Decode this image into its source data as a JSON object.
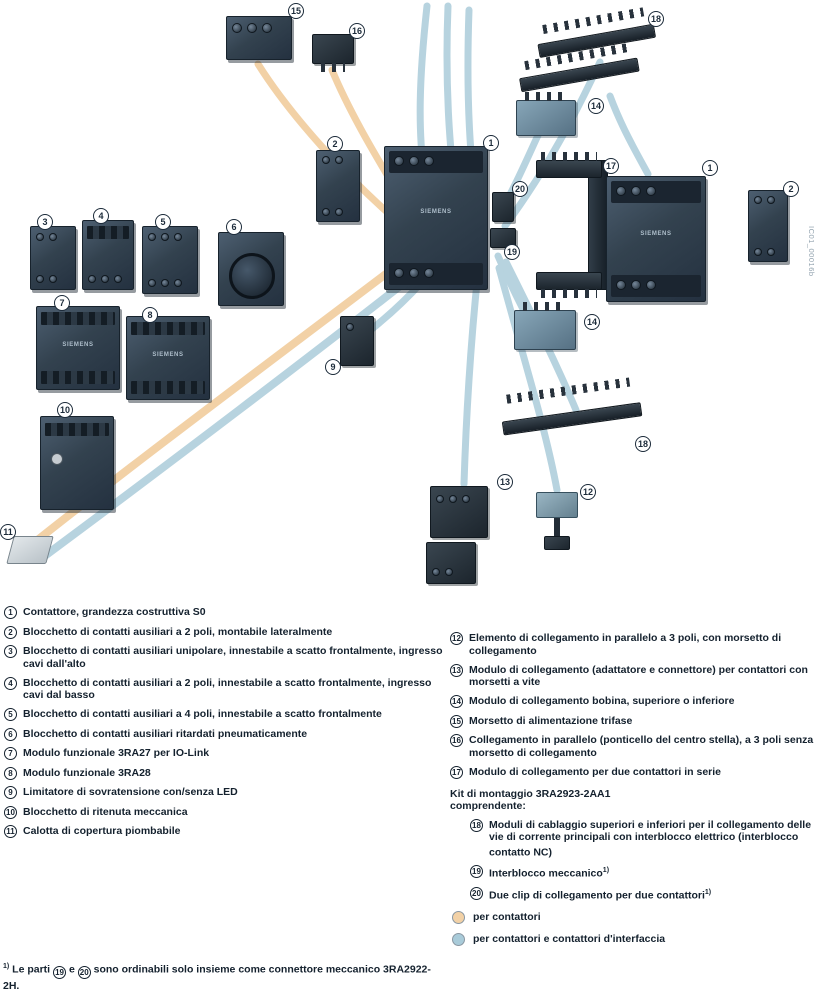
{
  "diagram": {
    "brand": "SIEMENS",
    "watermark": "IC01_00016b",
    "colors": {
      "accent_tan": "#F2D1A6",
      "accent_blue": "#B7D3DF",
      "component_dark": "#2E3D4D",
      "text": "#14212E"
    },
    "callouts": {
      "n1": "1",
      "n2": "2",
      "n3": "3",
      "n4": "4",
      "n5": "5",
      "n6": "6",
      "n7": "7",
      "n8": "8",
      "n9": "9",
      "n10": "10",
      "n11": "11",
      "n12": "12",
      "n13": "13",
      "n14": "14",
      "n15": "15",
      "n16": "16",
      "n17": "17",
      "n18": "18",
      "n19": "19",
      "n20": "20"
    }
  },
  "legend": {
    "items_left": [
      {
        "num": "1",
        "text": "Contattore, grandezza costruttiva S0"
      },
      {
        "num": "2",
        "text": "Blocchetto di contatti ausiliari a 2 poli, montabile lateralmente"
      },
      {
        "num": "3",
        "text": "Blocchetto di contatti ausiliari unipolare, innestabile a scatto frontalmente, ingresso cavi dall'alto"
      },
      {
        "num": "4",
        "text": "Blocchetto di contatti ausiliari a 2 poli, innestabile a scatto frontalmente, ingresso cavi dal basso"
      },
      {
        "num": "5",
        "text": "Blocchetto di contatti ausiliari a 4 poli, innestabile a scatto frontalmente"
      },
      {
        "num": "6",
        "text": "Blocchetto di contatti ausiliari ritardati pneumaticamente"
      },
      {
        "num": "7",
        "text": "Modulo funzionale 3RA27 per IO-Link"
      },
      {
        "num": "8",
        "text": "Modulo funzionale 3RA28"
      },
      {
        "num": "9",
        "text": "Limitatore di sovratensione con/senza LED"
      },
      {
        "num": "10",
        "text": "Blocchetto di ritenuta meccanica"
      },
      {
        "num": "11",
        "text": "Calotta di copertura piombabile"
      }
    ],
    "items_right": [
      {
        "num": "12",
        "text": "Elemento di collegamento in parallelo a 3 poli, con morsetto di collegamento"
      },
      {
        "num": "13",
        "text": "Modulo di collegamento (adattatore e connettore) per contattori con morsetti a vite"
      },
      {
        "num": "14",
        "text": "Modulo di collegamento bobina, superiore o inferiore"
      },
      {
        "num": "15",
        "text": "Morsetto di alimentazione trifase"
      },
      {
        "num": "16",
        "text": "Collegamento in parallelo (ponticello del centro stella), a 3 poli senza morsetto di collegamento"
      },
      {
        "num": "17",
        "text": "Modulo di collegamento per due contattori in serie"
      }
    ],
    "kit": {
      "title": "Kit di montaggio 3RA2923-2AA1",
      "subtitle": "comprendente:",
      "items": [
        {
          "num": "18",
          "text": "Moduli di cablaggio superiori e inferiori per il collegamento delle vie di corrente principali con interblocco elettrico (interblocco contatto NC)",
          "sup": ""
        },
        {
          "num": "19",
          "text": "Interblocco meccanico",
          "sup": "1)"
        },
        {
          "num": "20",
          "text": "Due clip di collegamento per due contattori",
          "sup": "1)"
        }
      ]
    },
    "color_key": [
      {
        "color": "#F2D1A6",
        "label": "per contattori"
      },
      {
        "color": "#A9CBD9",
        "label": "per contattori e contattori d'interfaccia"
      }
    ],
    "footnote": {
      "marker": "1)",
      "part1": "Le parti",
      "ref1": "19",
      "conj": "e",
      "ref2": "20",
      "part2": "sono ordinabili solo insieme come connettore meccanico 3RA2922-2H."
    }
  }
}
